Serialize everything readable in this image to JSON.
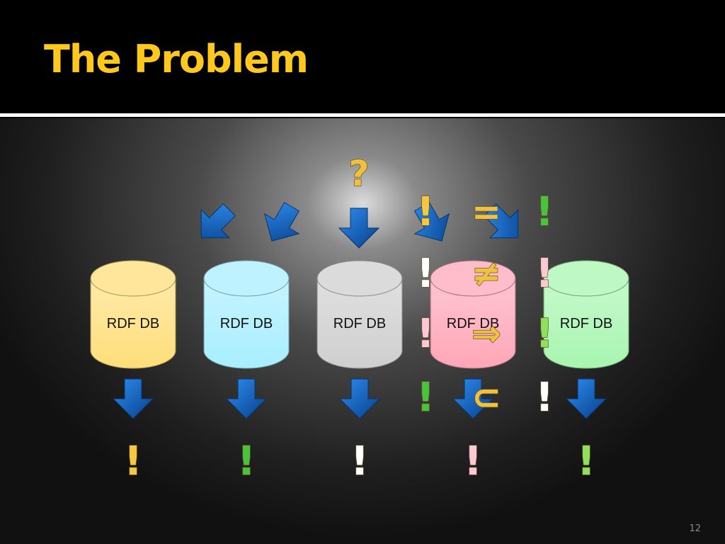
{
  "slide": {
    "title": "The Problem",
    "page_number": "12"
  },
  "diagram": {
    "top_symbol": "?",
    "databases": [
      {
        "label": "RDF DB",
        "color": "#FFDE7A",
        "below_symbol": "!",
        "symbol_color": "#F5C842"
      },
      {
        "label": "RDF DB",
        "color": "#A8EEFF",
        "below_symbol": "!",
        "symbol_color": "#49C43A"
      },
      {
        "label": "RDF DB",
        "color": "#CFCFCF",
        "below_symbol": "!",
        "symbol_color": "#FFFFFF"
      },
      {
        "label": "RDF DB",
        "color": "#FFA6B8",
        "below_symbol": "!",
        "symbol_color": "#FFC8D6"
      },
      {
        "label": "RDF DB",
        "color": "#A8F5B0",
        "below_symbol": "!",
        "symbol_color": "#8FE05A"
      }
    ],
    "relations": [
      {
        "left": "!",
        "left_color": "#F5C842",
        "operator": "=",
        "right": "!",
        "right_color": "#49C43A"
      },
      {
        "left": "!",
        "left_color": "#FFFFFF",
        "operator": "≠",
        "right": "!",
        "right_color": "#FFC8D6"
      },
      {
        "left": "!",
        "left_color": "#FFC8D6",
        "operator": "⇒",
        "right": "!",
        "right_color": "#8FE05A"
      },
      {
        "left": "!",
        "left_color": "#49C43A",
        "operator": "⊂",
        "right": "!",
        "right_color": "#FFFFFF"
      }
    ],
    "colors": {
      "arrow": "#0A5DB5",
      "operator": "#F0C040"
    }
  }
}
